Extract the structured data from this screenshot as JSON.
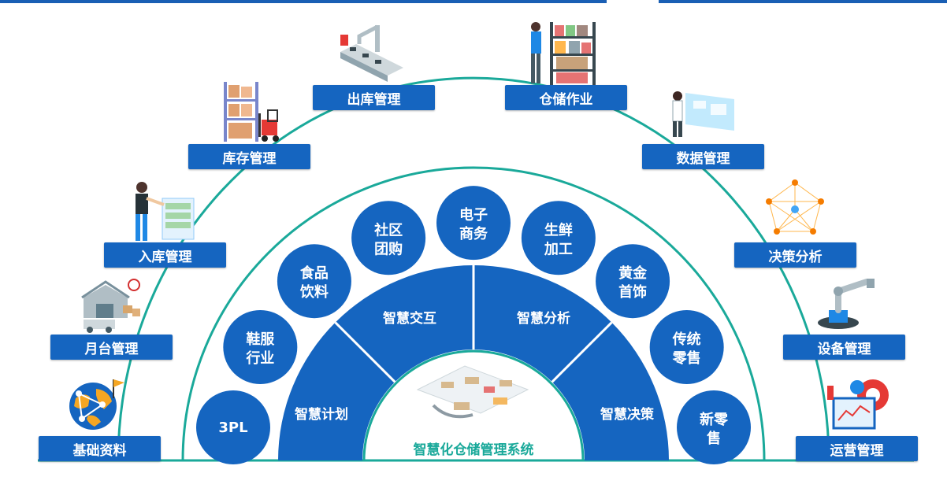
{
  "colors": {
    "accent": "#1565c0",
    "teal": "#1aa99a",
    "center_text": "#1aa99a"
  },
  "outer_labels": {
    "basic_data": "基础资料",
    "dock": "月台管理",
    "inbound": "入库管理",
    "inventory": "库存管理",
    "outbound": "出库管理",
    "warehouse_ops": "仓储作业",
    "data_mgmt": "数据管理",
    "decision": "决策分析",
    "equipment": "设备管理",
    "operations": "运营管理"
  },
  "industries": [
    {
      "line1": "3PL",
      "line2": ""
    },
    {
      "line1": "鞋服",
      "line2": "行业"
    },
    {
      "line1": "食品",
      "line2": "饮料"
    },
    {
      "line1": "社区",
      "line2": "团购"
    },
    {
      "line1": "电子",
      "line2": "商务"
    },
    {
      "line1": "生鲜",
      "line2": "加工"
    },
    {
      "line1": "黄金",
      "line2": "首饰"
    },
    {
      "line1": "传统",
      "line2": "零售"
    },
    {
      "line1": "新零",
      "line2": "售"
    }
  ],
  "segments": {
    "plan": "智慧计划",
    "interact": "智慧交互",
    "analysis": "智慧分析",
    "decision": "智慧决策"
  },
  "center_title": "智慧化仓储管理系统",
  "icons": [
    "globe-network-icon",
    "warehouse-truck-icon",
    "worker-server-icon",
    "forklift-shelf-icon",
    "conveyor-robot-icon",
    "worker-shelf-icon",
    "data-screen-icon",
    "network-graph-icon",
    "robot-arm-icon",
    "gear-monitor-icon"
  ]
}
